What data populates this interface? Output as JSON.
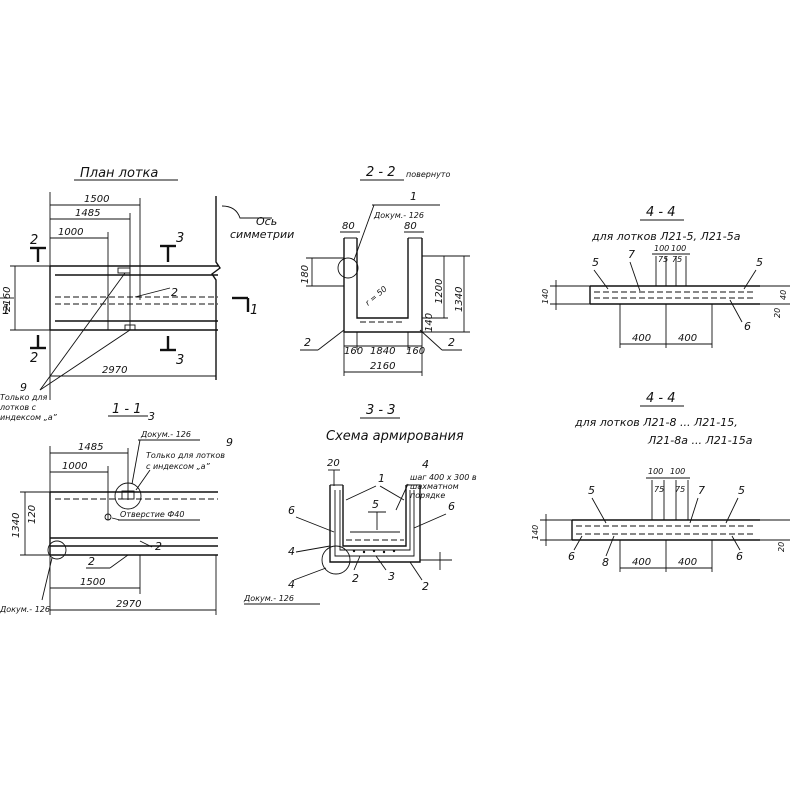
{
  "plan": {
    "title": "План лотка",
    "dims": {
      "d1500": "1500",
      "d1485": "1485",
      "d1000": "1000",
      "d2160": "2160",
      "d2970": "2970"
    },
    "axis": "Ось\nсимметрии",
    "section_marks": {
      "s2": "2",
      "s3": "3",
      "s1": "1"
    },
    "callouts": {
      "c2": "2",
      "c9": "9"
    },
    "note": "Только для\nлотков с\nиндексом „а”"
  },
  "sec11": {
    "title": "1 - 1",
    "dims": {
      "d1485": "1485",
      "d1000": "1000",
      "d1340": "1340",
      "d120": "120",
      "d1500": "1500",
      "d2970": "2970"
    },
    "callouts": {
      "c3": "3",
      "c9": "9",
      "c2a": "2",
      "c2b": "2"
    },
    "dokum_top": "Докум.- 126",
    "dokum_bottom": "Докум.- 126",
    "note": "Только для лотков\nс индексом „а”",
    "hole": "Отверстие Ф40"
  },
  "sec22": {
    "title": "2 - 2",
    "subtitle": "повернуто",
    "dims": {
      "d80a": "80",
      "d80b": "80",
      "d180": "180",
      "d1200": "1200",
      "d1340": "1340",
      "d140": "140",
      "d160a": "160",
      "d1840": "1840",
      "d160b": "160",
      "d2160": "2160",
      "r50": "r = 50"
    },
    "callouts": {
      "c1": "1",
      "c2a": "2",
      "c2b": "2"
    },
    "dokum": "Докум.- 126"
  },
  "sec33": {
    "title": "3 - 3",
    "subtitle": "Схема армирования",
    "dims": {
      "d20": "20"
    },
    "callouts": {
      "c1": "1",
      "c6a": "6",
      "c6b": "6",
      "c5": "5",
      "c4a": "4",
      "c4b": "4",
      "c4c": "4",
      "c2a": "2",
      "c2b": "2",
      "c3": "3"
    },
    "note": "шаг 400 x 300 в\nшахматном\nпорядке",
    "dokum": "Докум.- 126"
  },
  "sec44a": {
    "title": "4 - 4",
    "subtitle": "для лотков Л21-5, Л21-5а",
    "dims": {
      "d100a": "100",
      "d100b": "100",
      "d75a": "75",
      "d75b": "75",
      "d400a": "400",
      "d400b": "400",
      "d140": "140",
      "d40": "40",
      "d20": "20"
    },
    "callouts": {
      "c5a": "5",
      "c7": "7",
      "c5b": "5",
      "c6": "6"
    }
  },
  "sec44b": {
    "title": "4 - 4",
    "subtitle": "для лотков Л21-8 ... Л21-15,\nЛ21-8а ... Л21-15а",
    "dims": {
      "d100a": "100",
      "d100b": "100",
      "d75a": "75",
      "d75b": "75",
      "d400a": "400",
      "d400b": "400",
      "d140": "140",
      "d20": "20"
    },
    "callouts": {
      "c5a": "5",
      "c7": "7",
      "c5b": "5",
      "c6a": "6",
      "c6b": "6",
      "c8": "8"
    }
  }
}
